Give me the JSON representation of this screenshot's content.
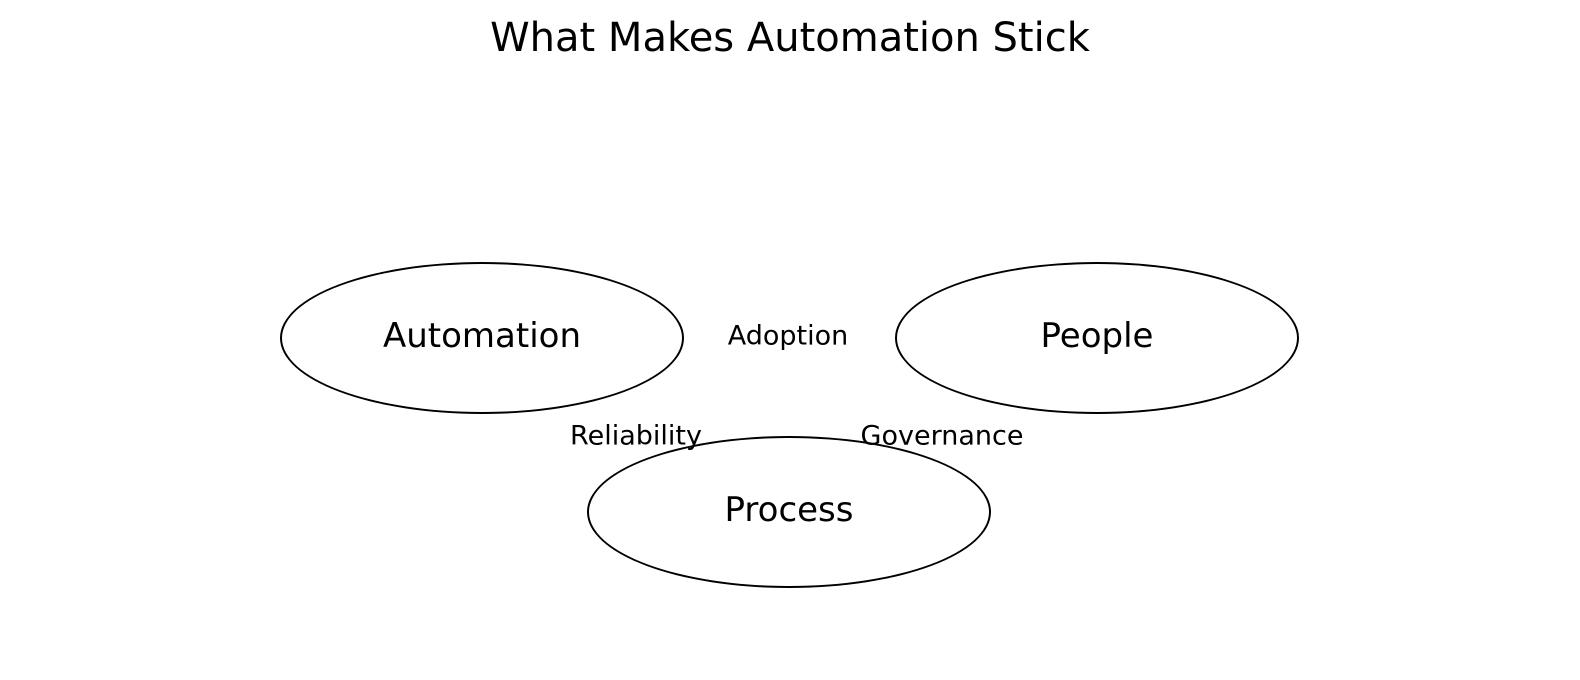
{
  "title": "What Makes Automation Stick",
  "diagram": {
    "type": "concept-diagram",
    "background_color": "#ffffff",
    "stroke_color": "#000000",
    "text_color": "#000000",
    "nodes": [
      {
        "id": "automation",
        "label": "Automation"
      },
      {
        "id": "people",
        "label": "People"
      },
      {
        "id": "process",
        "label": "Process"
      }
    ],
    "edge_labels": [
      {
        "id": "adoption",
        "label": "Adoption",
        "between": [
          "Automation",
          "People"
        ]
      },
      {
        "id": "reliability",
        "label": "Reliability",
        "between": [
          "Automation",
          "Process"
        ]
      },
      {
        "id": "governance",
        "label": "Governance",
        "between": [
          "People",
          "Process"
        ]
      }
    ]
  }
}
